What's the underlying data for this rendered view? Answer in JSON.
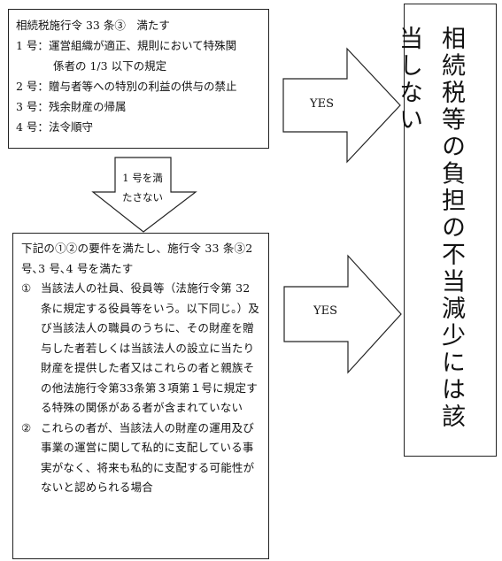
{
  "condition_box": {
    "title": "相続税施行令 33 条③　満たす",
    "items": [
      {
        "label": "1 号：",
        "lines": [
          "運営組織が適正、規則において特殊関",
          "係者の 1/3 以下の規定"
        ]
      },
      {
        "label": "2 号：",
        "lines": [
          "贈与者等への特別の利益の供与の禁止"
        ]
      },
      {
        "label": "3 号：",
        "lines": [
          "残余財産の帰属"
        ]
      },
      {
        "label": "4 号：",
        "lines": [
          "法令順守"
        ]
      }
    ]
  },
  "down_arrow": {
    "label_line1": "1 号を満",
    "label_line2": "たさない"
  },
  "yes_arrow_top": {
    "label": "YES"
  },
  "yes_arrow_bottom": {
    "label": "YES"
  },
  "requirements_box": {
    "intro": "下記の①②の要件を満たし、施行令 33 条③2号､3 号､4 号を満たす",
    "items": [
      {
        "num": "①",
        "text": "当該法人の社員、役員等（法施行令第 32 条に規定する役員等をいう。以下同じ。）及び当該法人の職員のうちに、その財産を贈与した者若しくは当該法人の設立に当たり財産を提供した者又はこれらの者と親族その他法施行令第33条第３項第１号に規定する特殊の関係がある者が含まれていない"
      },
      {
        "num": "②",
        "text": "これらの者が、当該法人の財産の運用及び事業の運営に関して私的に支配している事実がなく、将来も私的に支配する可能性がないと認められる場合"
      }
    ]
  },
  "result_box": {
    "text": "相続税等の負担の不当減少には該当しない"
  }
}
